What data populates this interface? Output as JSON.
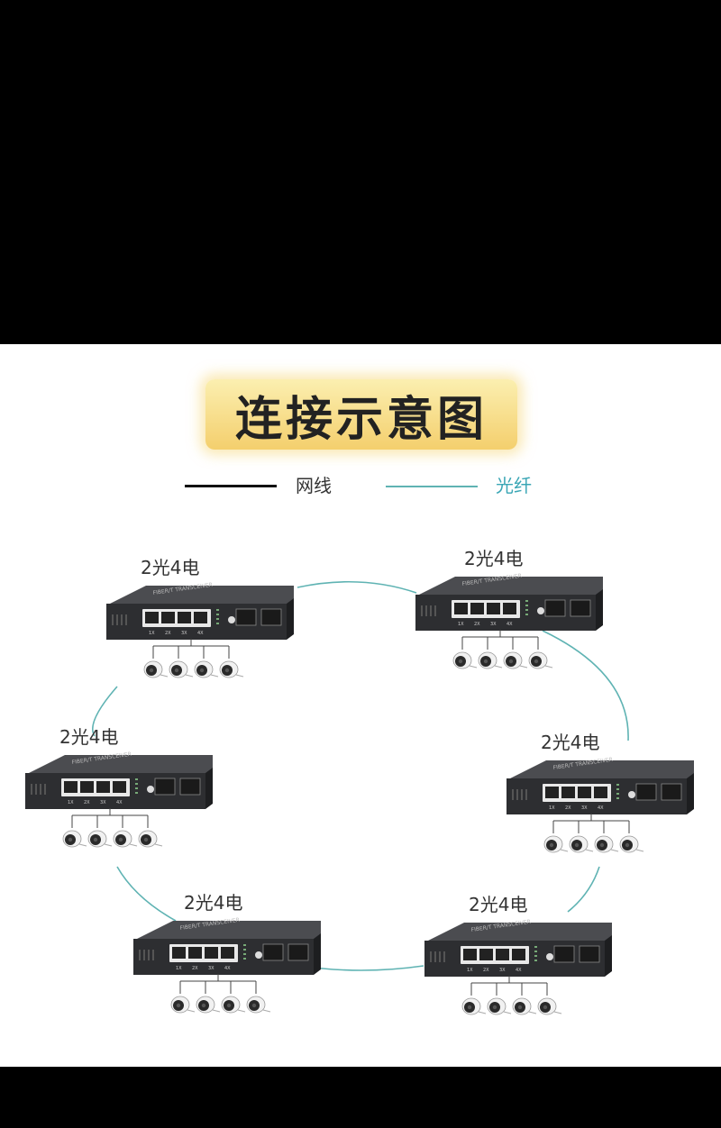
{
  "title": "连接示意图",
  "legend": {
    "cable_label": "网线",
    "fiber_label": "光纤",
    "cable_color": "#111111",
    "fiber_color": "#5fb3b3"
  },
  "nodes": [
    {
      "label": "2光4电",
      "ports": [
        "1X",
        "2X",
        "3X",
        "4X"
      ],
      "device_text": "FIBER/T TRANSCEIVER"
    },
    {
      "label": "2光4电",
      "ports": [
        "1X",
        "2X",
        "3X",
        "4X"
      ],
      "device_text": "FIBER/T TRANSCEIVER"
    },
    {
      "label": "2光4电",
      "ports": [
        "1X",
        "2X",
        "3X",
        "4X"
      ],
      "device_text": "FIBER/T TRANSCEIVER"
    },
    {
      "label": "2光4电",
      "ports": [
        "1X",
        "2X",
        "3X",
        "4X"
      ],
      "device_text": "FIBER/T TRANSCEIVER"
    },
    {
      "label": "2光4电",
      "ports": [
        "1X",
        "2X",
        "3X",
        "4X"
      ],
      "device_text": "FIBER/T TRANSCEIVER"
    },
    {
      "label": "2光4电",
      "ports": [
        "1X",
        "2X",
        "3X",
        "4X"
      ],
      "device_text": "FIBER/T TRANSCEIVER"
    }
  ],
  "icons": {
    "device": "fiber-transceiver-icon",
    "camera": "bullet-camera-icon"
  }
}
